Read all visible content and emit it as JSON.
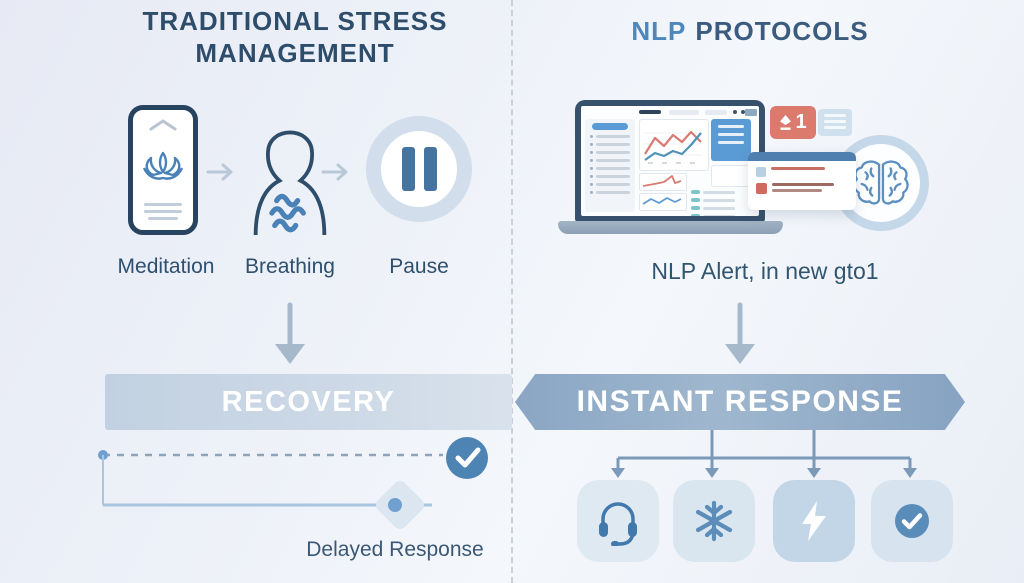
{
  "left": {
    "title": "TRADITIONAL STRESS MANAGEMENT",
    "items": [
      {
        "label": "Meditation",
        "icon": "meditation-phone-icon"
      },
      {
        "label": "Breathing",
        "icon": "breathing-person-icon"
      },
      {
        "label": "Pause",
        "icon": "pause-icon"
      }
    ],
    "banner": "RECOVERY",
    "timeline_caption": "Delayed Response"
  },
  "right": {
    "title_accent": "NLP",
    "title_main": "PROTOCOLS",
    "caption": "NLP Alert, in new gto1",
    "banner": "INSTANT RESPONSE",
    "badge_count": "1",
    "tiles": [
      {
        "icon": "headset-icon"
      },
      {
        "icon": "snowflake-icon"
      },
      {
        "icon": "lightning-icon"
      },
      {
        "icon": "check-icon"
      }
    ]
  },
  "colors": {
    "accent_blue": "#4a82b8",
    "dark_text": "#2e4d6b",
    "recovery_banner": "#c9d6e4",
    "instant_banner": "#8aa6c4",
    "alert_red": "#dc7a6d",
    "arrow_gray": "#a6b9ca",
    "background": "#edf1f8"
  }
}
